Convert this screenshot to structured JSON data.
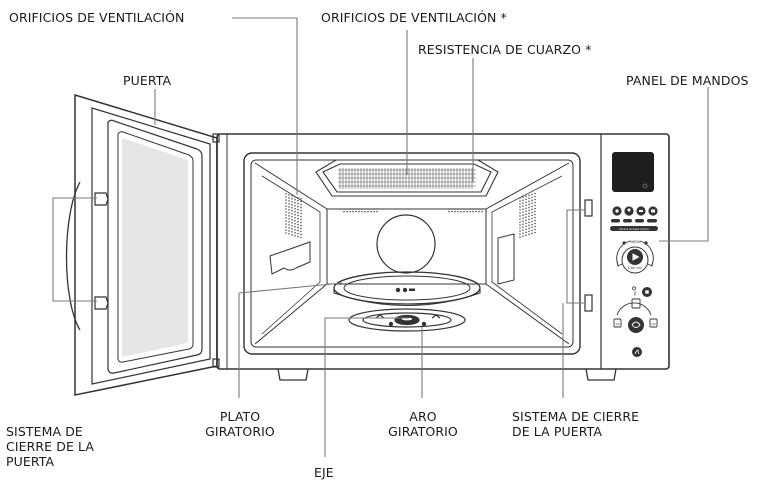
{
  "labels": {
    "vents_left": "ORIFICIOS DE VENTILACIÓN",
    "vents_top": "ORIFICIOS DE VENTILACIÓN *",
    "quartz_heater": "RESISTENCIA DE CUARZO *",
    "door": "PUERTA",
    "control_panel": "PANEL DE MANDOS",
    "door_lock_left": [
      "SISTEMA DE",
      "CIERRE DE LA",
      "PUERTA"
    ],
    "turntable": [
      "PLATO",
      "GIRATORIO"
    ],
    "ring": [
      "ARO",
      "GIRATORIO"
    ],
    "door_lock_right": [
      "SISTEMA DE CIERRE",
      "DE LA PUERTA"
    ],
    "shaft": "EJE"
  },
  "panel": {
    "direct_access": "Direct access menu",
    "menu_text": "MENU",
    "time_text": "1:00 min",
    "counter_a": "1|2",
    "counter_b": "1|2"
  },
  "colors": {
    "line": "#333333",
    "leader": "#7a7a7a",
    "glass": "#e6e6e6",
    "text": "#1a1a1a"
  }
}
